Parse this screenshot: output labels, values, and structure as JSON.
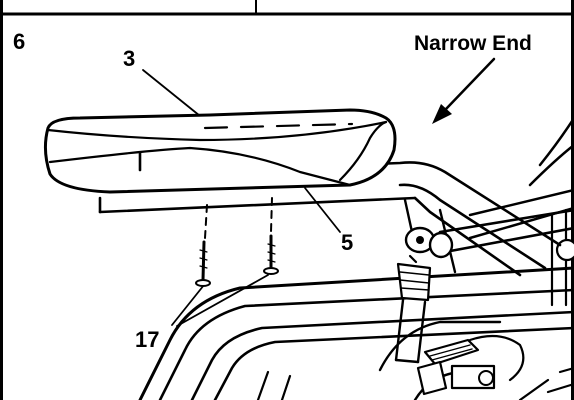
{
  "figure": {
    "step_number": "6",
    "callout_seat": "3",
    "callout_frame": "5",
    "callout_bolts": "17",
    "narrow_end_label": "Narrow End"
  },
  "colors": {
    "ink": "#000000",
    "paper": "#ffffff"
  }
}
